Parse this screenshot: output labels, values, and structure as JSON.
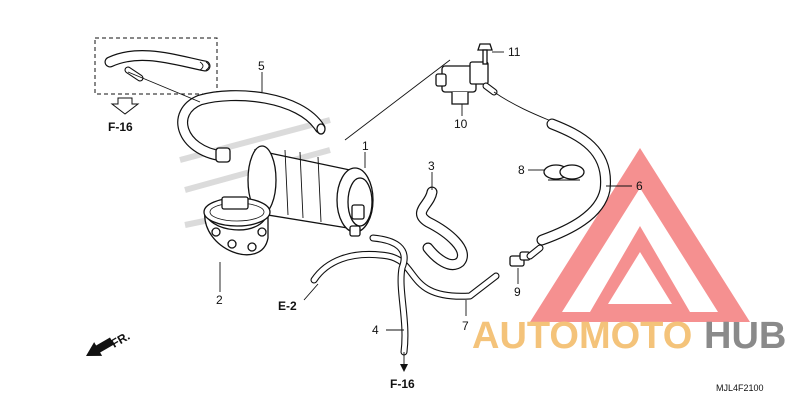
{
  "diagram": {
    "callouts": {
      "c1": "1",
      "c2": "2",
      "c3": "3",
      "c4": "4",
      "c5": "5",
      "c6": "6",
      "c7": "7",
      "c8": "8",
      "c9": "9",
      "c10": "10",
      "c11": "11"
    },
    "refs": {
      "f16_top": "F-16",
      "f16_bottom": "F-16",
      "e2": "E-2"
    },
    "direction_label": "FR.",
    "drawing_code": "MJL4F2100"
  },
  "watermark": {
    "text_light": "AUTOMOTO",
    "text_dark": "HUB",
    "colors": {
      "triangle": "#f26b6b",
      "light": "#f4c37a",
      "dark": "#8a8a8a"
    }
  }
}
